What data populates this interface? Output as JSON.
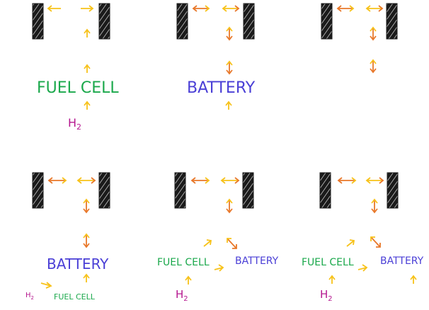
{
  "colors": {
    "fuel_cell": "#1aa84b",
    "battery": "#4a3fd6",
    "hydrogen": "#b5178f",
    "arrow_yellow": "#f7c21a",
    "arrow_orange": "#e8782a",
    "tire": "#1b1b1b"
  },
  "labels": {
    "fuel_cell": "FUEL CELL",
    "battery": "BATTERY",
    "h2_main": "H",
    "h2_sub": "2"
  },
  "panels": [
    {
      "id": "fuel-cell-only",
      "components": [
        "FUEL CELL",
        "H2"
      ]
    },
    {
      "id": "battery-only",
      "components": [
        "BATTERY"
      ]
    },
    {
      "id": "regen-only",
      "components": []
    },
    {
      "id": "battery-range-extender",
      "components": [
        "BATTERY",
        "FUEL CELL",
        "H2"
      ]
    },
    {
      "id": "fuel-cell-plus-battery",
      "components": [
        "FUEL CELL",
        "BATTERY",
        "H2"
      ]
    },
    {
      "id": "fuel-cell-battery-split",
      "components": [
        "FUEL CELL",
        "BATTERY",
        "H2"
      ]
    }
  ],
  "icons": [
    "tire-icon",
    "right-arrow-icon",
    "left-arrow-icon",
    "up-arrow-icon",
    "double-arrow-icon"
  ]
}
